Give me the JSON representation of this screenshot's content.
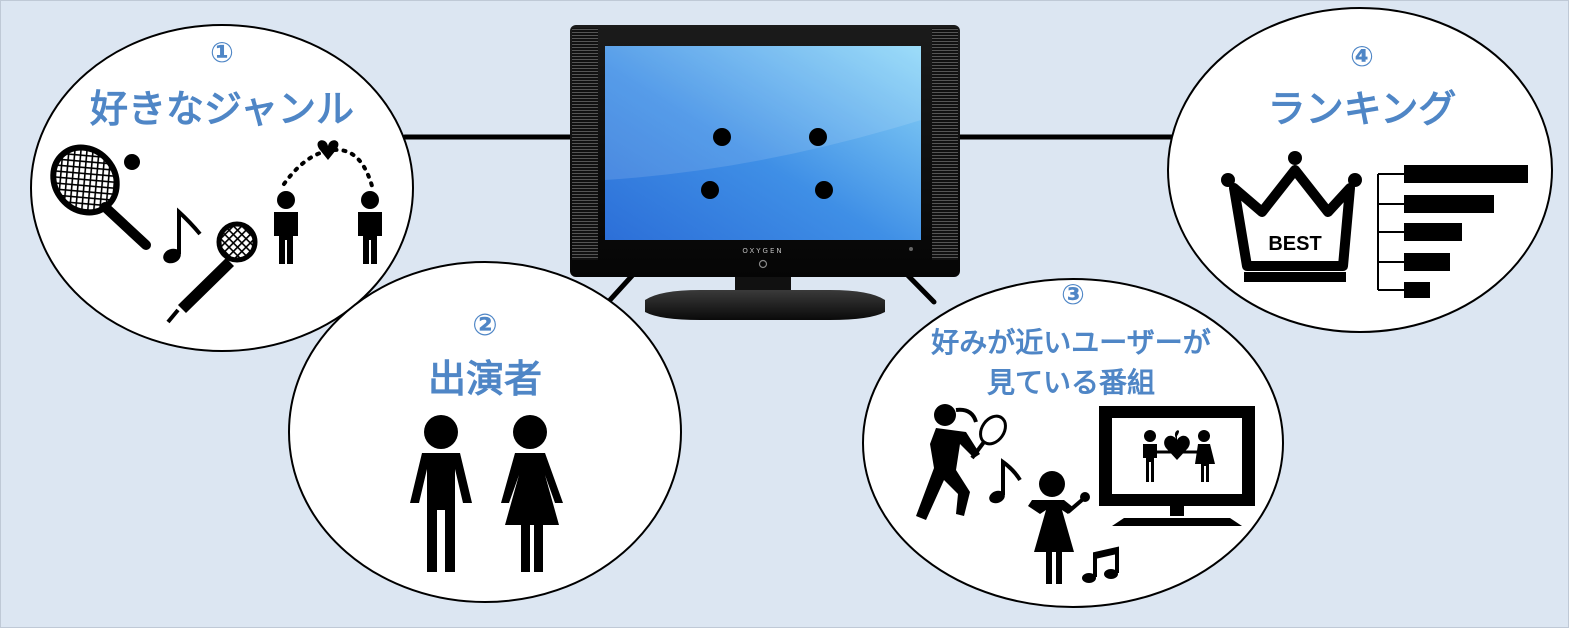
{
  "tv": {
    "brand": "OXYGEN"
  },
  "bubbles": [
    {
      "id": "genre",
      "number": "①",
      "title_lines": [
        "好きなジャンル"
      ]
    },
    {
      "id": "cast",
      "number": "②",
      "title_lines": [
        "出演者"
      ]
    },
    {
      "id": "similar",
      "number": "③",
      "title_lines": [
        "好みが近いユーザーが",
        "見ている番組"
      ]
    },
    {
      "id": "ranking",
      "number": "④",
      "title_lines": [
        "ランキング"
      ],
      "badge": "BEST"
    }
  ],
  "colors": {
    "background": "#dce6f2",
    "label": "#4f86c6",
    "icon": "#000000",
    "screen_light": "#7fd0f5",
    "screen_dark": "#2f77de"
  }
}
